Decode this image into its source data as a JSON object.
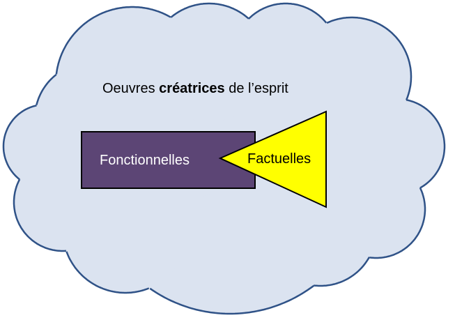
{
  "diagram": {
    "cloud": {
      "title_prefix": "Oeuvres ",
      "title_bold": "créatrices",
      "title_suffix": " de l’esprit",
      "fill": "#dbe3f0",
      "stroke": "#2f5287"
    },
    "rectangle": {
      "label": "Fonctionnelles",
      "fill": "#5c4575",
      "stroke": "#000000"
    },
    "triangle": {
      "label": "Factuelles",
      "fill": "#ffff00",
      "stroke": "#000000"
    }
  }
}
